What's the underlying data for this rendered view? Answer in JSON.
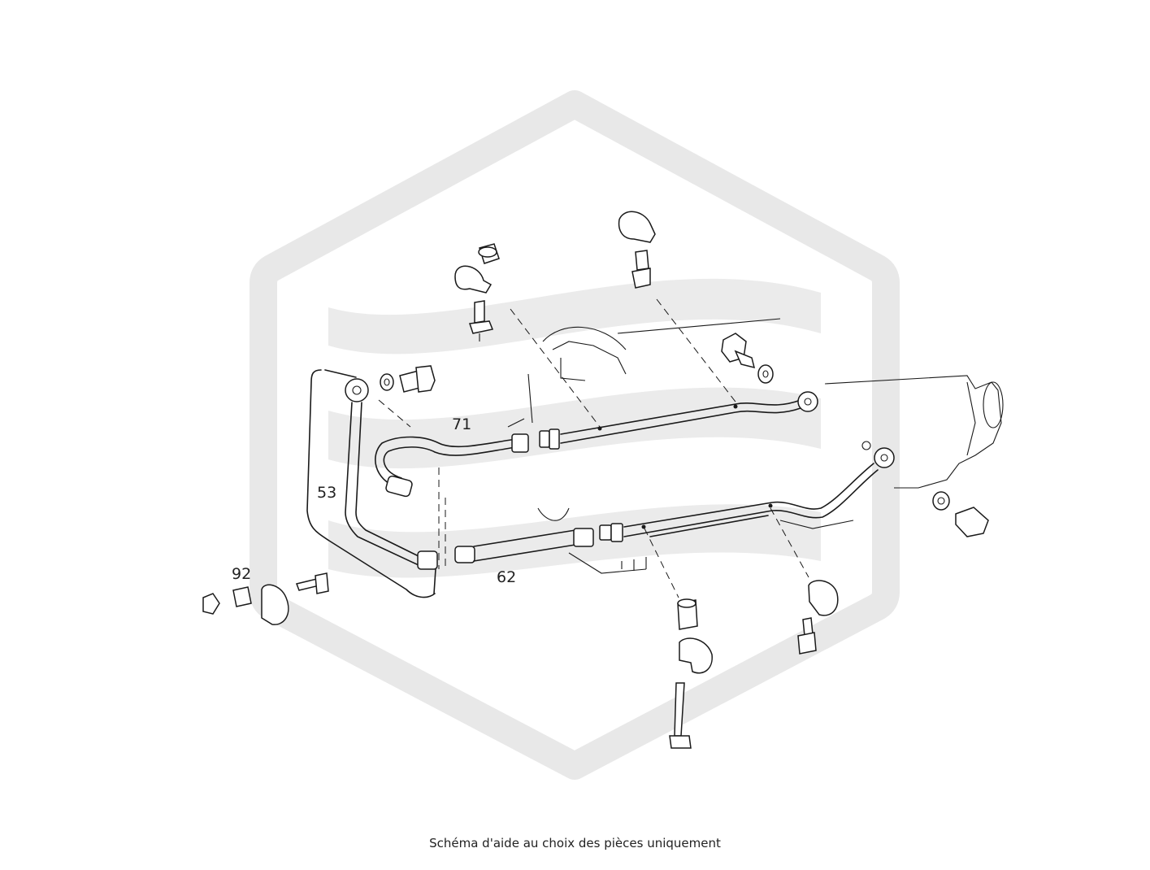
{
  "diagram": {
    "callouts": [
      {
        "id": "71",
        "label": "71"
      },
      {
        "id": "53",
        "label": "53"
      },
      {
        "id": "62",
        "label": "62"
      },
      {
        "id": "92",
        "label": "92"
      }
    ],
    "watermark_icon": "hexagon-logo-watermark"
  },
  "caption": "Schéma d'aide au choix des pièces uniquement"
}
